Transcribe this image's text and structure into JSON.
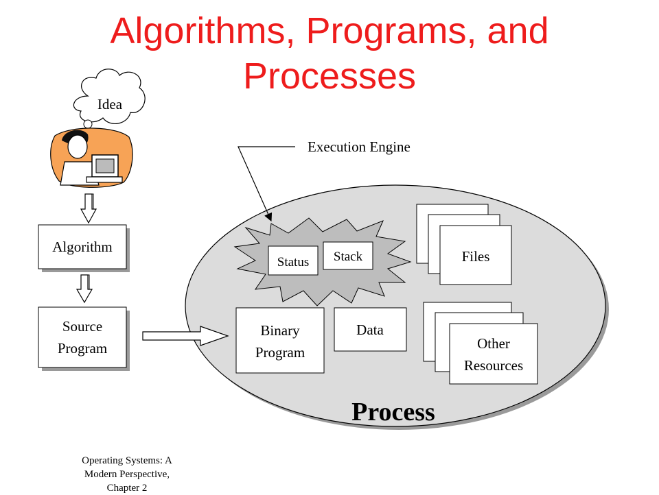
{
  "slide": {
    "title_line1": "Algorithms, Programs, and",
    "title_line2": "Processes",
    "footer_line1": "Operating Systems: A",
    "footer_line2": "Modern Perspective,",
    "footer_line3": "Chapter 2"
  },
  "diagram": {
    "idea": "Idea",
    "algorithm": "Algorithm",
    "source_program_line1": "Source",
    "source_program_line2": "Program",
    "execution_engine": "Execution Engine",
    "status": "Status",
    "stack": "Stack",
    "files": "Files",
    "binary_program_line1": "Binary",
    "binary_program_line2": "Program",
    "data": "Data",
    "other_resources_line1": "Other",
    "other_resources_line2": "Resources",
    "process": "Process"
  },
  "colors": {
    "title": "#ee1c1c",
    "process_fill": "#dcdcdc",
    "engine_fill": "#bdbdbd",
    "clipart_orange": "#f7a356"
  }
}
